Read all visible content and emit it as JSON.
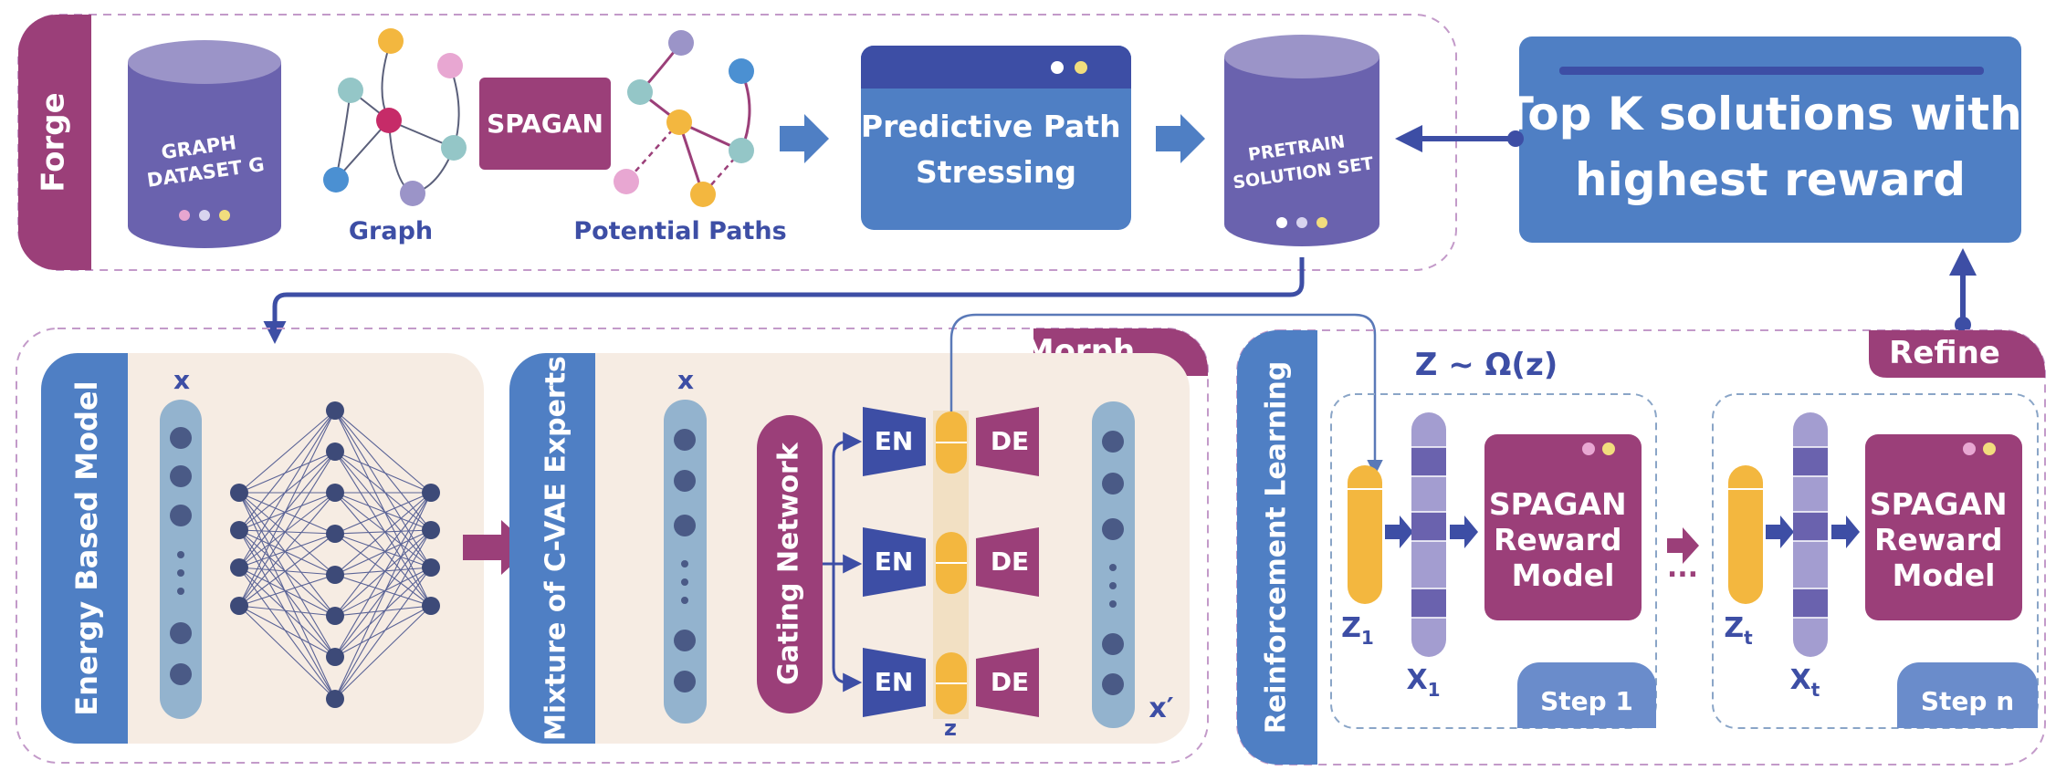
{
  "colors": {
    "purple": "#9b3f79",
    "blue": "#4f7fc4",
    "navy": "#3d4ea5",
    "lavender": "#9b94c8",
    "indigo": "#6a62ae",
    "cream": "#f6ece3",
    "lightblue": "#93b3ce",
    "orange": "#f3b73f",
    "node_dark": "#4a5a86",
    "dash": "#c39ac9"
  },
  "forge": {
    "label": "Forge",
    "dataset_label": [
      "GRAPH",
      "DATASET G"
    ],
    "graph_caption": "Graph",
    "spagan_label": "SPAGAN",
    "paths_caption": "Potential Paths",
    "stressing_label": [
      "Predictive Path",
      "Stressing"
    ],
    "pretrain_label": [
      "PRETRAIN",
      "SOLUTION SET"
    ]
  },
  "topk": {
    "text": [
      "Top K solutions with",
      "highest reward"
    ]
  },
  "morph": {
    "label": "Morph",
    "ebm_label": "Energy Based Model",
    "ebm_input_label": "x",
    "cvae_label": "Mixture of C-VAE Experts",
    "cvae_input_label": "x",
    "gating_label": "Gating Network",
    "encoder_label": "EN",
    "decoder_label": "DE",
    "latent_label": "z",
    "output_label": "x′"
  },
  "refine": {
    "label": "Refine",
    "rl_label": "Reinforcement Learning",
    "prior_text": "Z ~ Ω(z)",
    "ellipsis": "...",
    "steps": [
      {
        "z_label": "Z",
        "z_sub": "1",
        "x_label": "X",
        "x_sub": "1",
        "reward_label": [
          "SPAGAN",
          "Reward",
          "Model"
        ],
        "step_label": "Step 1"
      },
      {
        "z_label": "Z",
        "z_sub": "t",
        "x_label": "X",
        "x_sub": "t",
        "reward_label": [
          "SPAGAN",
          "Reward",
          "Model"
        ],
        "step_label": "Step n"
      }
    ]
  }
}
